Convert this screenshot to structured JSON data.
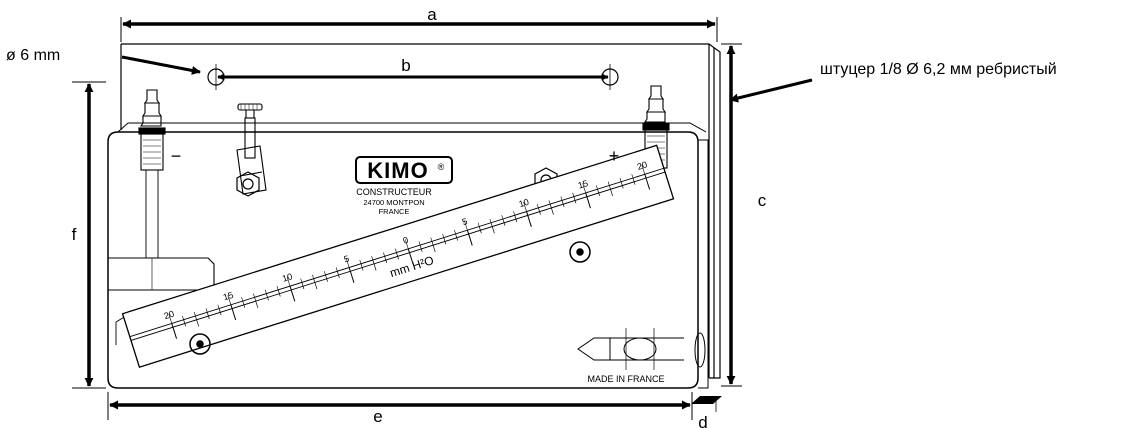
{
  "dimensions": {
    "a": "a",
    "b": "b",
    "c": "c",
    "d": "d",
    "e": "e",
    "f": "f"
  },
  "annotations": {
    "hole": "ø 6 mm",
    "fitting": "штуцер 1/8 Ø 6,2 мм ребристый"
  },
  "device": {
    "brand": "KIMO",
    "registered": "®",
    "maker": "CONSTRUCTEUR",
    "address": "24700 MONTPON",
    "country": "FRANCE",
    "minus": "−",
    "plus": "+",
    "unit": "mm H²O",
    "made_in": "MADE IN FRANCE"
  },
  "scale": {
    "labels": [
      "20",
      "15",
      "10",
      "5",
      "0",
      "5",
      "10",
      "15",
      "20"
    ],
    "minor_per_major": 5
  },
  "colors": {
    "stroke": "#000000",
    "background": "#ffffff"
  }
}
